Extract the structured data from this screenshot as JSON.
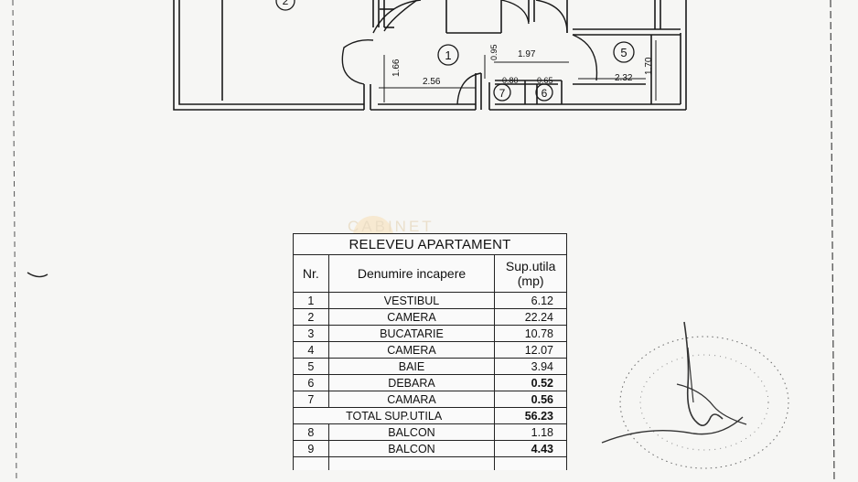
{
  "plan": {
    "rooms": [
      "2",
      "1",
      "5",
      "7",
      "6"
    ],
    "dimensions": [
      "1.66",
      "2.56",
      "0.95",
      "1.97",
      "2.32",
      "1.70",
      "0.80",
      "0.65"
    ]
  },
  "watermark": "CABINET",
  "table": {
    "title": "RELEVEU APARTAMENT",
    "headers": {
      "nr": "Nr.",
      "name": "Denumire incapere",
      "area_line1": "Sup.utila",
      "area_line2": "(mp)"
    },
    "rows": [
      {
        "nr": "1",
        "name": "VESTIBUL",
        "area": "6.12"
      },
      {
        "nr": "2",
        "name": "CAMERA",
        "area": "22.24"
      },
      {
        "nr": "3",
        "name": "BUCATARIE",
        "area": "10.78"
      },
      {
        "nr": "4",
        "name": "CAMERA",
        "area": "12.07"
      },
      {
        "nr": "5",
        "name": "BAIE",
        "area": "3.94"
      },
      {
        "nr": "6",
        "name": "DEBARA",
        "area": "0.52"
      },
      {
        "nr": "7",
        "name": "CAMARA",
        "area": "0.56"
      }
    ],
    "total": {
      "label": "TOTAL SUP.UTILA",
      "area": "56.23"
    },
    "balconies": [
      {
        "nr": "8",
        "name": "BALCON",
        "area": "1.18"
      },
      {
        "nr": "9",
        "name": "BALCON",
        "area": "4.43"
      }
    ]
  }
}
